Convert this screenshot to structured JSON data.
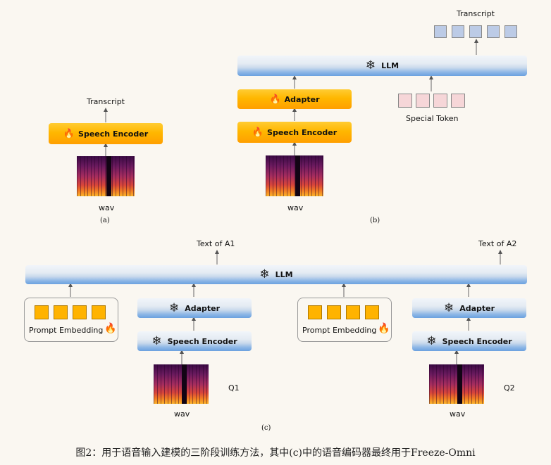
{
  "panel_a": {
    "transcript": "Transcript",
    "encoder": "Speech Encoder",
    "wav": "wav",
    "caption": "(a)"
  },
  "panel_b": {
    "transcript": "Transcript",
    "llm": "LLM",
    "adapter": "Adapter",
    "encoder": "Speech Encoder",
    "special_token": "Special Token",
    "wav": "wav",
    "caption": "(b)"
  },
  "panel_c": {
    "llm": "LLM",
    "text_a1": "Text of A1",
    "text_a2": "Text of A2",
    "prompt_left": "Prompt Embedding",
    "prompt_right": "Prompt Embedding",
    "adapter_left": "Adapter",
    "adapter_right": "Adapter",
    "encoder_left": "Speech Encoder",
    "encoder_right": "Speech Encoder",
    "q1": "Q1",
    "q2": "Q2",
    "wav_left": "wav",
    "wav_right": "wav",
    "caption": "(c)"
  },
  "figure_caption": "图2：用于语音输入建模的三阶段训练方法，其中(c)中的语音编码器最终用于Freeze-Omni",
  "icons": {
    "trainable": "fire-icon",
    "frozen": "snowflake-icon"
  },
  "colors": {
    "trainable_block": "#ffb700",
    "frozen_block": "#8cb6e6",
    "output_token": "#bccbe6",
    "special_token": "#f6d6d8",
    "prompt_token": "#ffb300"
  }
}
